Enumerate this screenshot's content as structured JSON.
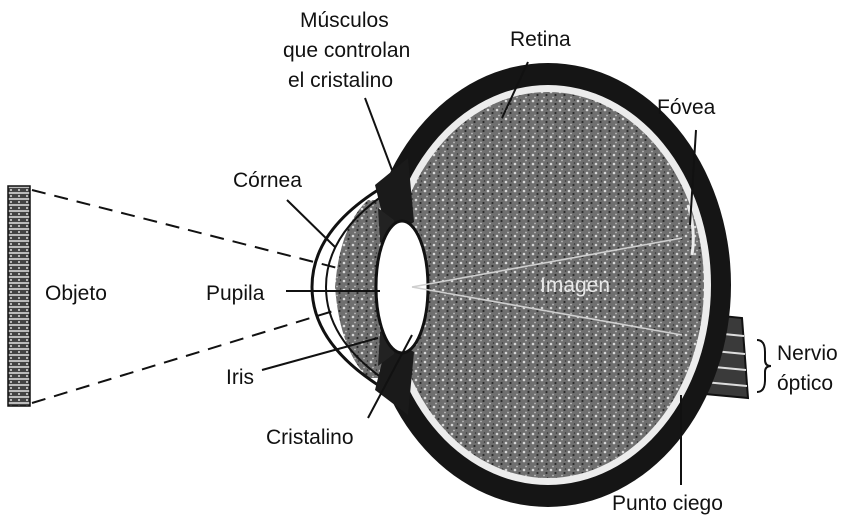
{
  "labels": {
    "musculos": [
      "Músculos",
      "que controlan",
      "el cristalino"
    ],
    "retina": "Retina",
    "fovea": "Fóvea",
    "cornea": "Córnea",
    "objeto": "Objeto",
    "pupila": "Pupila",
    "imagen": "Imagen",
    "iris": "Iris",
    "cristalino": "Cristalino",
    "nervio_optico": [
      "Nervio",
      "óptico"
    ],
    "punto_ciego": "Punto ciego"
  },
  "colors": {
    "ink": "#111111",
    "stipple_light": "#7a7a7a",
    "stipple_dark": "#2e2e2e",
    "background": "#ffffff"
  }
}
